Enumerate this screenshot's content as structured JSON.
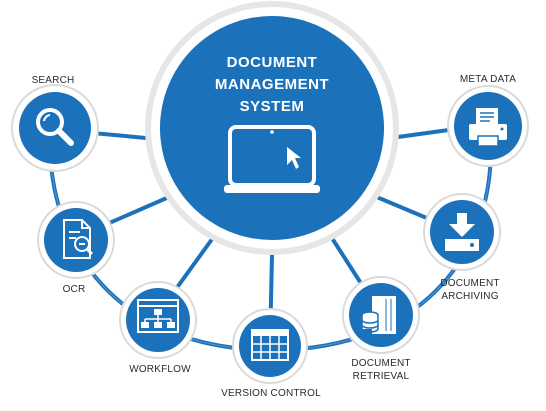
{
  "colors": {
    "primary": "#1b72bb",
    "primary_dark": "#0f5b9c",
    "track": "#1b72bb",
    "ring": "#d9d9d9",
    "white": "#ffffff",
    "label": "#2b2b2b"
  },
  "center": {
    "title_line_1": "DOCUMENT",
    "title_line_2": "MANAGEMENT",
    "title_line_3": "SYSTEM",
    "icon": "laptop-icon"
  },
  "nodes": [
    {
      "id": "search",
      "label": "SEARCH",
      "icon": "magnifier-icon"
    },
    {
      "id": "ocr",
      "label": "OCR",
      "icon": "document-scan-icon"
    },
    {
      "id": "workflow",
      "label": "WORKFLOW",
      "icon": "workflow-icon"
    },
    {
      "id": "version-control",
      "label": "VERSION CONTROL",
      "icon": "version-grid-icon"
    },
    {
      "id": "document-retrieval",
      "label_line_1": "DOCUMENT",
      "label_line_2": "RETRIEVAL",
      "icon": "server-icon"
    },
    {
      "id": "document-archiving",
      "label_line_1": "DOCUMENT",
      "label_line_2": "ARCHIVING",
      "icon": "download-box-icon"
    },
    {
      "id": "meta-data",
      "label": "META DATA",
      "icon": "printer-icon"
    }
  ]
}
